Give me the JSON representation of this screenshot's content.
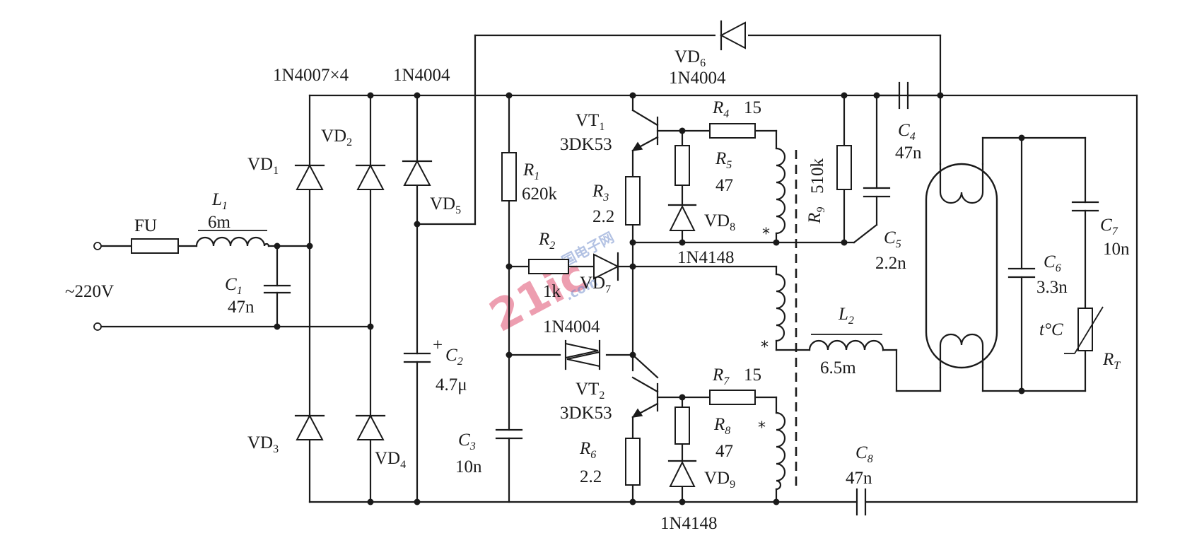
{
  "schematic": {
    "input": {
      "source": "~220V",
      "fuse": "FU"
    },
    "L1": {
      "ref": "L",
      "ref_sub": "1",
      "value": "6m"
    },
    "C1": {
      "ref": "C",
      "ref_sub": "1",
      "value": "47n"
    },
    "bridge_part": "1N4007×4",
    "VD1": {
      "ref": "VD",
      "ref_sub": "1"
    },
    "VD2": {
      "ref": "VD",
      "ref_sub": "2"
    },
    "VD3": {
      "ref": "VD",
      "ref_sub": "3"
    },
    "VD4": {
      "ref": "VD",
      "ref_sub": "4"
    },
    "VD5": {
      "ref": "VD",
      "ref_sub": "5",
      "part": "1N4004"
    },
    "C2": {
      "ref": "C",
      "ref_sub": "2",
      "value": "4.7μ",
      "polarity": "+"
    },
    "VD6": {
      "ref": "VD",
      "ref_sub": "6",
      "part": "1N4004"
    },
    "R1": {
      "ref": "R",
      "ref_sub": "1",
      "value": "620k"
    },
    "R2": {
      "ref": "R",
      "ref_sub": "2",
      "value": "1k"
    },
    "C3": {
      "ref": "C",
      "ref_sub": "3",
      "value": "10n"
    },
    "VD7": {
      "ref": "VD",
      "ref_sub": "7",
      "part": "1N4004"
    },
    "VT1": {
      "ref": "VT",
      "ref_sub": "1",
      "part": "3DK53"
    },
    "VT2": {
      "ref": "VT",
      "ref_sub": "2",
      "part": "3DK53"
    },
    "R3": {
      "ref": "R",
      "ref_sub": "3",
      "value": "2.2"
    },
    "R4": {
      "ref": "R",
      "ref_sub": "4",
      "value": "15"
    },
    "R5": {
      "ref": "R",
      "ref_sub": "5",
      "value": "47"
    },
    "R6": {
      "ref": "R",
      "ref_sub": "6",
      "value": "2.2"
    },
    "R7": {
      "ref": "R",
      "ref_sub": "7",
      "value": "15"
    },
    "R8": {
      "ref": "R",
      "ref_sub": "8",
      "value": "47"
    },
    "VD8": {
      "ref": "VD",
      "ref_sub": "8",
      "part": "1N4148"
    },
    "VD9": {
      "ref": "VD",
      "ref_sub": "9",
      "part": "1N4148"
    },
    "R9": {
      "ref": "R",
      "ref_sub": "9",
      "value": "510k"
    },
    "C4": {
      "ref": "C",
      "ref_sub": "4",
      "value": "47n"
    },
    "C5": {
      "ref": "C",
      "ref_sub": "5",
      "value": "2.2n"
    },
    "C6": {
      "ref": "C",
      "ref_sub": "6",
      "value": "3.3n"
    },
    "C7": {
      "ref": "C",
      "ref_sub": "7",
      "value": "10n"
    },
    "C8": {
      "ref": "C",
      "ref_sub": "8",
      "value": "47n"
    },
    "L2": {
      "ref": "L",
      "ref_sub": "2",
      "value": "6.5m"
    },
    "RT": {
      "ref": "R",
      "ref_sub": "T",
      "temp": "t°C"
    },
    "dot_mark": "*"
  },
  "watermark": {
    "text": "21ic",
    "cn": "中国电子网",
    "domain": ".com"
  },
  "colors": {
    "line": "#1a1a1a",
    "watermark": "#e05070",
    "watermark_cn": "#6a86c8"
  }
}
